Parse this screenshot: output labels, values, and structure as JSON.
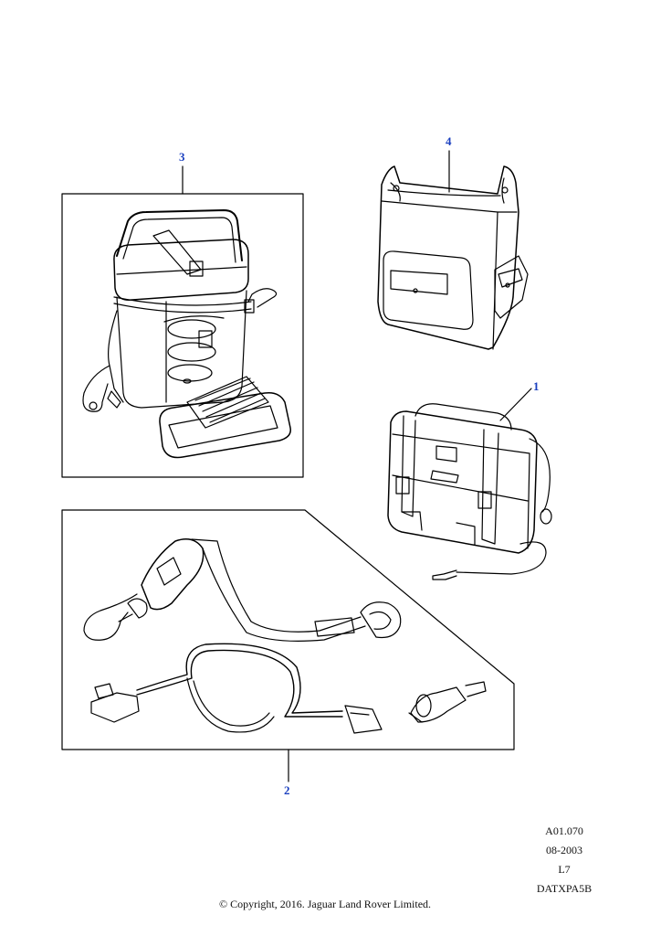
{
  "callouts": {
    "item1": "1",
    "item2": "2",
    "item3": "3",
    "item4": "4"
  },
  "reference": {
    "code": "A01.070",
    "date": "08-2003",
    "level": "L7",
    "id": "DATXPA5B"
  },
  "footer": {
    "copyright": "© Copyright, 2016. Jaguar Land Rover Limited."
  },
  "colors": {
    "callout": "#1a3fbf",
    "line": "#000000"
  }
}
